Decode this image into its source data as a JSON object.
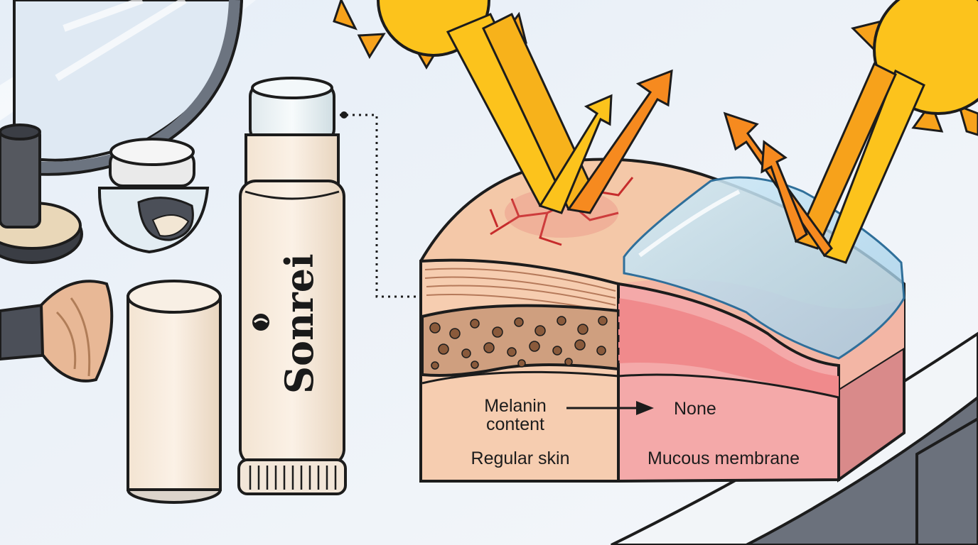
{
  "brand": {
    "name": "Sonrei"
  },
  "diagram": {
    "melanin_label_line1": "Melanin",
    "melanin_label_line2": "content",
    "melanin_result": "None",
    "left_region_label": "Regular skin",
    "right_region_label": "Mucous membrane"
  },
  "colors": {
    "sun_yellow": "#fcc31c",
    "sun_orange": "#f7a21b",
    "ray_orange": "#f68a1f",
    "skin": "#f4c8a8",
    "mucous": "#f4a0a0",
    "balm_film": "#b9dcf0",
    "melanin_dots": "#8a5a3b",
    "damage_red": "#d43a3a"
  },
  "icons": [
    "sun-icon",
    "brand-logo-icon",
    "arrow-right-icon",
    "crack-icon"
  ]
}
